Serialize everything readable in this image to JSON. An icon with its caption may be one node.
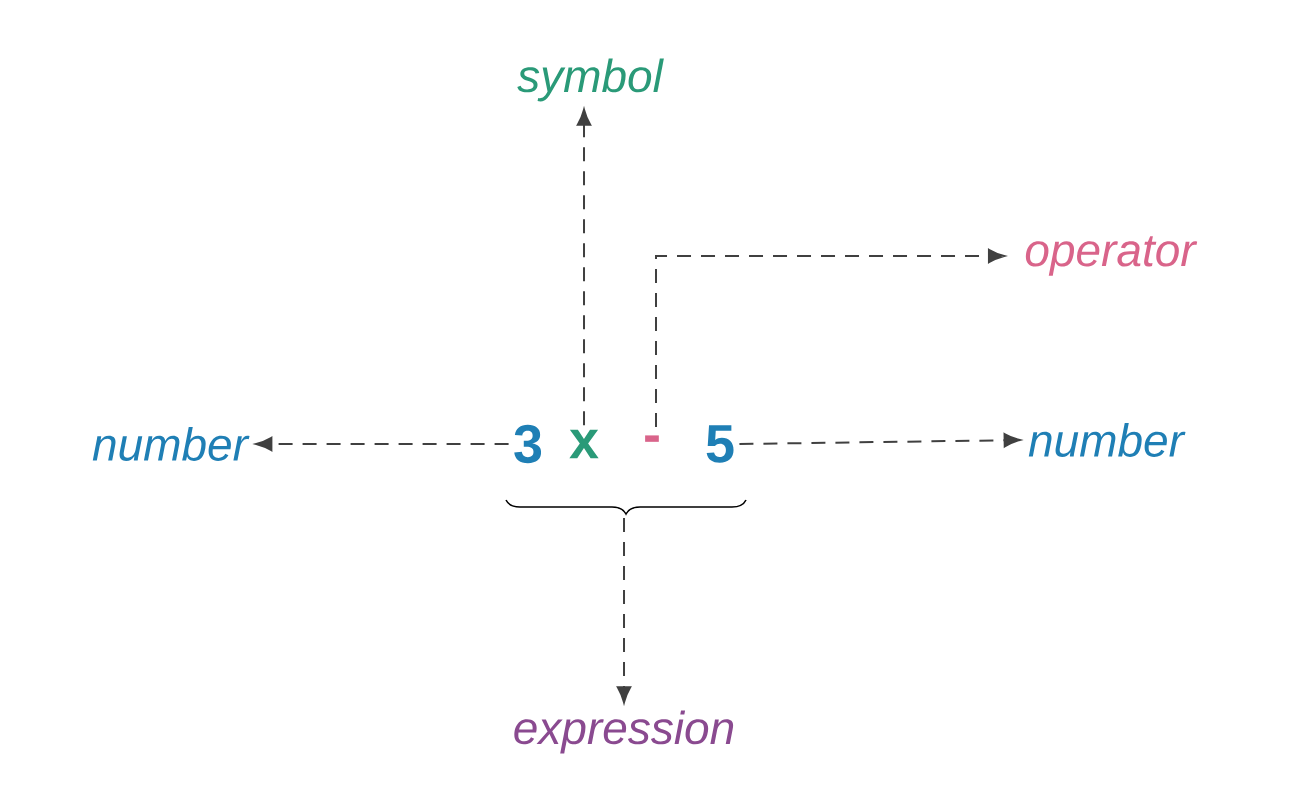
{
  "diagram": {
    "nodes": [
      {
        "text": [
          "3"
        ]
      },
      {
        "text": [
          "x"
        ]
      },
      {
        "text": [
          "-"
        ]
      },
      {
        "text": [
          "5"
        ]
      },
      {
        "text": [
          "number"
        ]
      },
      {
        "text": [
          "symbol"
        ]
      },
      {
        "text": [
          "operator"
        ]
      },
      {
        "text": [
          "number"
        ]
      },
      {
        "text": [
          "expression"
        ]
      }
    ],
    "edges": [
      {
        "from": 0,
        "to": 4,
        "arrow": "to",
        "style": "dashed"
      },
      {
        "from": 1,
        "to": 5,
        "arrow": "to",
        "style": "dashed"
      },
      {
        "from": 2,
        "to": 6,
        "arrow": "to",
        "style": "dashed"
      },
      {
        "from": 3,
        "to": 7,
        "arrow": "to",
        "style": "dashed"
      },
      {
        "from": null,
        "to": 8,
        "arrow": "to",
        "style": "dashed"
      }
    ]
  }
}
